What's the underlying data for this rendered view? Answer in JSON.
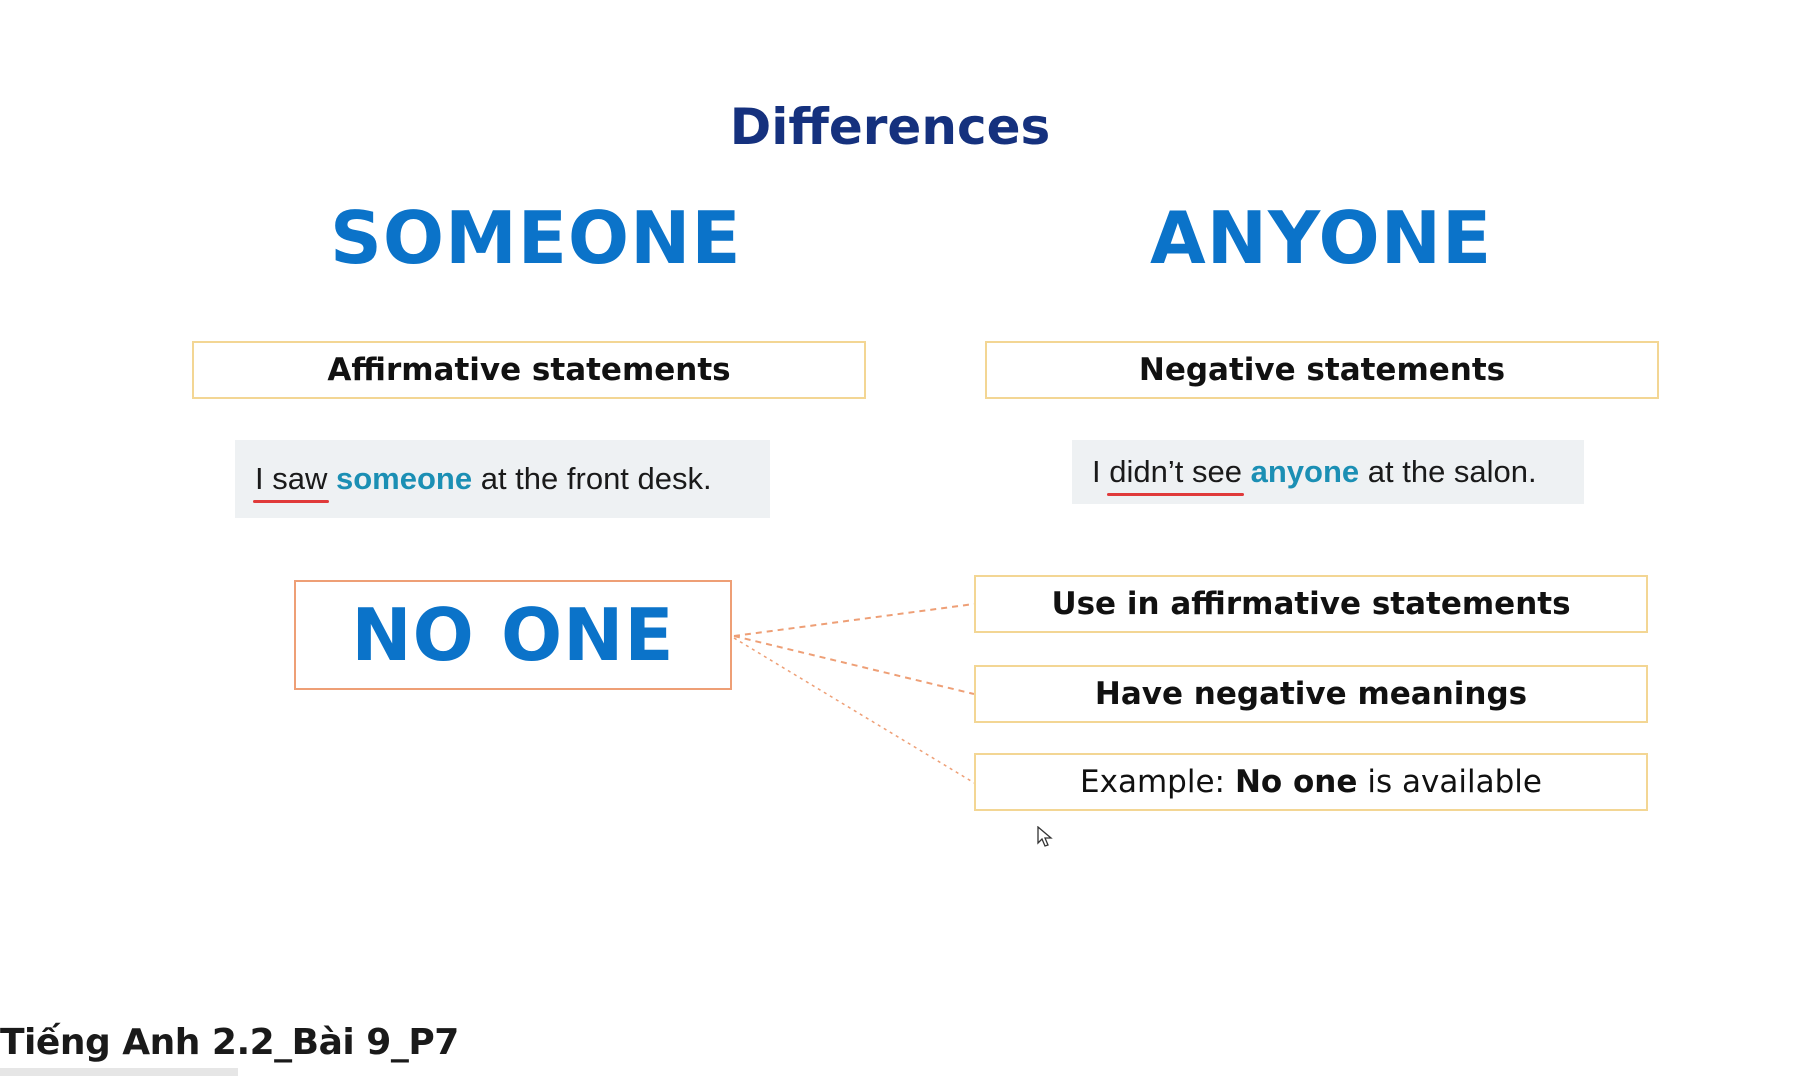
{
  "slide": {
    "title": "Differences",
    "left_word": "SOMEONE",
    "right_word": "ANYONE",
    "left_rule": "Affirmative statements",
    "right_rule": "Negative statements",
    "left_example": {
      "part1": "I saw",
      "keyword": "someone",
      "part2": "at the front desk."
    },
    "right_example": {
      "part1": "I",
      "underlined": "didn’t see",
      "keyword": "anyone",
      "part2": "at the salon."
    },
    "noone_word": "NO ONE",
    "noone_points": [
      "Use in affirmative statements",
      "Have negative meanings"
    ],
    "noone_example": {
      "prefix": "Example:",
      "bold": "No one",
      "suffix": "is available"
    }
  },
  "video": {
    "caption": "Tiếng Anh 2.2_Bài 9_P7"
  },
  "colors": {
    "title": "#15317e",
    "heading": "#0b73c9",
    "keyword": "#1b8fb4",
    "box_border": "#f3d694",
    "noone_border": "#ee9f76",
    "underline": "#e03a3a"
  }
}
